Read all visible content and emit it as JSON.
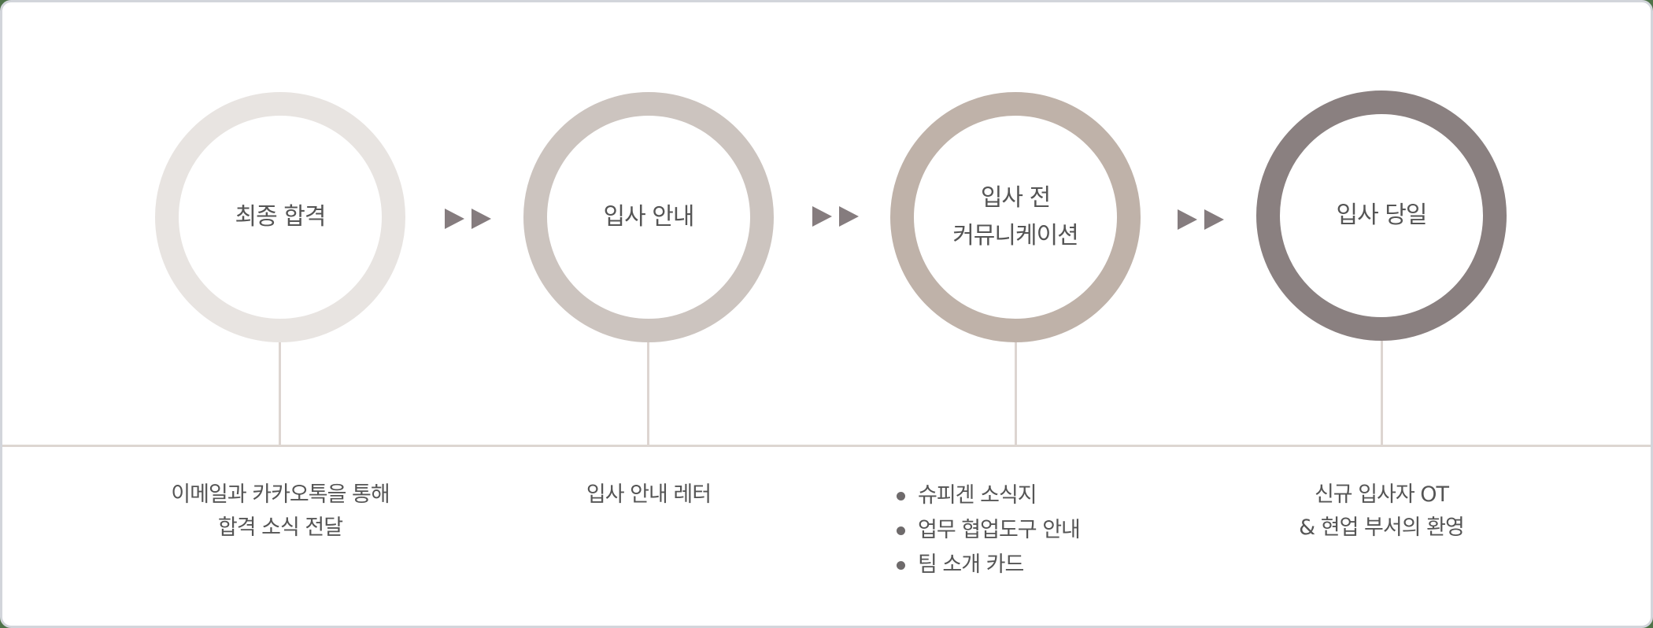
{
  "colors": {
    "card_bg": "#ffffff",
    "text": "#555555",
    "arrow": "#857c7e",
    "line": "#ddd6d1",
    "step_rings": [
      "#e8e4e1",
      "#ccc4bf",
      "#bfb2a9",
      "#8a8080"
    ]
  },
  "steps": [
    {
      "title_lines": [
        "최종 합격"
      ],
      "description_lines": [
        "이메일과 카카오톡을 통해",
        "합격 소식 전달"
      ]
    },
    {
      "title_lines": [
        "입사 안내"
      ],
      "description_lines": [
        "입사 안내 레터"
      ]
    },
    {
      "title_lines": [
        "입사 전",
        "커뮤니케이션"
      ],
      "bullets": [
        "슈피겐 소식지",
        "업무 협업도구 안내",
        "팀 소개 카드"
      ]
    },
    {
      "title_lines": [
        "입사 당일"
      ],
      "description_lines": [
        "신규 입사자 OT",
        "& 현업 부서의 환영"
      ]
    }
  ],
  "arrows": [
    {
      "icon": "double-play-arrow-icon"
    },
    {
      "icon": "double-play-arrow-icon"
    },
    {
      "icon": "double-play-arrow-icon"
    }
  ]
}
